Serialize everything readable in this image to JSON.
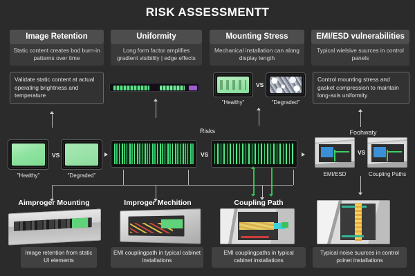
{
  "page": {
    "title": "RISK ASSESSMENTT",
    "background_color": "#2b2b2b",
    "accent_green": "#2fc44f"
  },
  "columns": [
    {
      "header": "Image Retention",
      "subtitle": "Static content creates bod burn-in patterns over time",
      "note": "Validate static content at actual operating brightness and temperature"
    },
    {
      "header": "Uniformity",
      "subtitle": "Long form factor amplifies gradient visibility | edge effects",
      "note": ""
    },
    {
      "header": "Mounting Stress",
      "subtitle": "Mechanical installation can along display length",
      "note": ""
    },
    {
      "header": "EMI/ESD vulnerabilities",
      "subtitle": "Typical wielsive suurces in control panels",
      "note": "Control mounting stress and gasket compression to maintain long-axis uniformity"
    }
  ],
  "mounting_compare": {
    "left_label": "\"Healthy\"",
    "right_label": "\"Degraded\"",
    "vs": "VS"
  },
  "middle": {
    "left_compare": {
      "left_label": "\"Healthy\"",
      "right_label": "\"Degraded\"",
      "vs": "VS"
    },
    "risks_label": "Risks",
    "risks_vs": "VS",
    "right_label": "Foohwaty",
    "right_vs": "VS",
    "emi_label": "EMI/ESD",
    "coupling_label": "Coupling Paths"
  },
  "bottom": [
    {
      "title": "Aimproger Mounting",
      "caption": "Image retention from static UI elements"
    },
    {
      "title": "Improger Mechition",
      "caption": "EMI couplingpath in typical cabinet installations"
    },
    {
      "title": "Coupling Path",
      "caption": "EMI couplingpaths in typical cabinet installations"
    },
    {
      "title": "",
      "caption": "Typical noise suurces in control poinet installations"
    }
  ]
}
